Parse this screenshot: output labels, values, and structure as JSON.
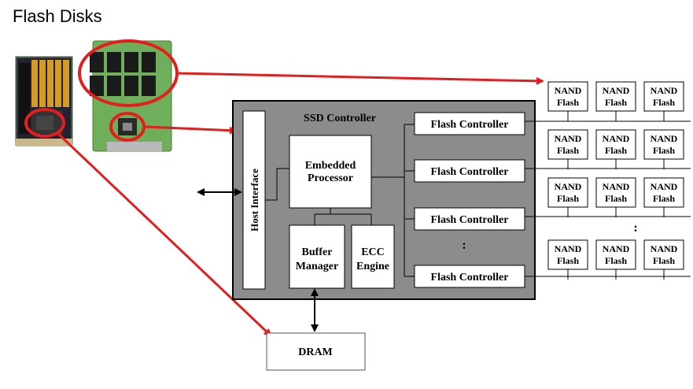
{
  "slide": {
    "title": "Flash Disks"
  },
  "controller": {
    "title": "SSD Controller",
    "host_interface": "Host Interface",
    "processor": [
      "Embedded",
      "Processor"
    ],
    "buffer_manager": [
      "Buffer",
      "Manager"
    ],
    "ecc_engine": [
      "ECC",
      "Engine"
    ],
    "flash_controllers": [
      "Flash Controller",
      "Flash Controller",
      "Flash Controller",
      "Flash Controller"
    ],
    "ellipsis": ":"
  },
  "dram": {
    "label": "DRAM"
  },
  "nand": {
    "line1": "NAND",
    "line2": "Flash",
    "grid": [
      [
        "NAND Flash",
        "NAND Flash",
        "NAND Flash"
      ],
      [
        "NAND Flash",
        "NAND Flash",
        "NAND Flash"
      ],
      [
        "NAND Flash",
        "NAND Flash",
        "NAND Flash"
      ],
      [
        "NAND Flash",
        "NAND Flash",
        "NAND Flash"
      ]
    ]
  },
  "colors": {
    "accent": "#e41e1e",
    "controller_fill": "#8c8c8c",
    "pcb_green": "#6fae5a"
  },
  "images": [
    {
      "name": "msata-board-photo",
      "icon": "ssd-board-photo"
    },
    {
      "name": "sata-ssd-board-photo",
      "icon": "ssd-board-photo"
    }
  ]
}
